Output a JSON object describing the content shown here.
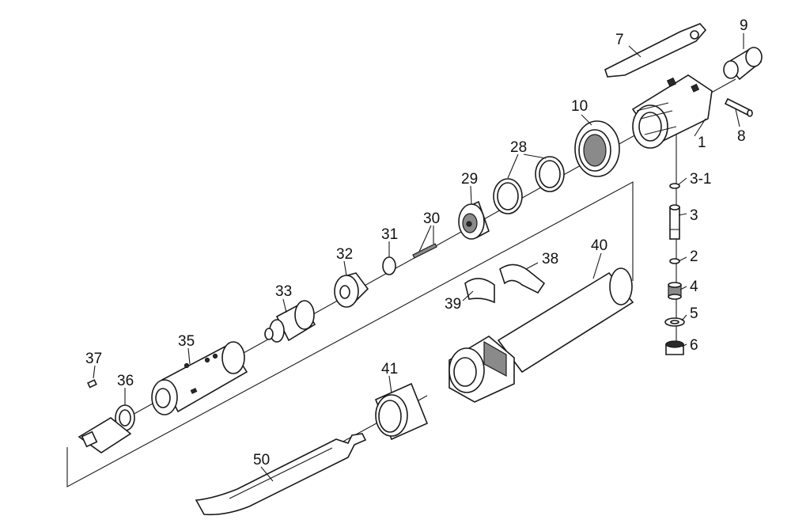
{
  "diagram": {
    "callouts": [
      {
        "id": "c1",
        "text": "1"
      },
      {
        "id": "c2",
        "text": "2"
      },
      {
        "id": "c3",
        "text": "3"
      },
      {
        "id": "c3_1",
        "text": "3-1"
      },
      {
        "id": "c4",
        "text": "4"
      },
      {
        "id": "c5",
        "text": "5"
      },
      {
        "id": "c6",
        "text": "6"
      },
      {
        "id": "c7",
        "text": "7"
      },
      {
        "id": "c8",
        "text": "8"
      },
      {
        "id": "c9",
        "text": "9"
      },
      {
        "id": "c10",
        "text": "10"
      },
      {
        "id": "c28",
        "text": "28"
      },
      {
        "id": "c29",
        "text": "29"
      },
      {
        "id": "c30",
        "text": "30"
      },
      {
        "id": "c31",
        "text": "31"
      },
      {
        "id": "c32",
        "text": "32"
      },
      {
        "id": "c33",
        "text": "33"
      },
      {
        "id": "c35",
        "text": "35"
      },
      {
        "id": "c36",
        "text": "36"
      },
      {
        "id": "c37",
        "text": "37"
      },
      {
        "id": "c38",
        "text": "38"
      },
      {
        "id": "c39",
        "text": "39"
      },
      {
        "id": "c40",
        "text": "40"
      },
      {
        "id": "c41",
        "text": "41"
      },
      {
        "id": "c50",
        "text": "50"
      }
    ]
  }
}
